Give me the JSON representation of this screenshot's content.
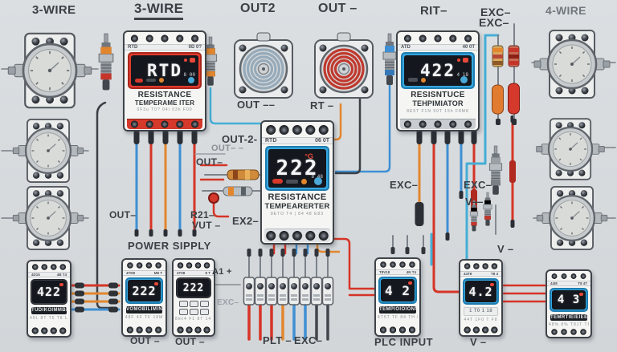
{
  "palette": {
    "accent_red": "#d5392c",
    "accent_blue": "#35a7e0",
    "wire_red": "#d63426",
    "wire_orange": "#e2862e",
    "wire_blue": "#3f8fd2",
    "wire_cyan": "#45aed6",
    "wire_dark": "#3c4046",
    "background": "#d8dcdf",
    "display_bg": "#14171d"
  },
  "labels": [
    {
      "text": "3-WIRE"
    },
    {
      "text": "3-WIRE"
    },
    {
      "text": "OUT2"
    },
    {
      "text": "OUT –"
    },
    {
      "text": "RIT–"
    },
    {
      "text": "EXC–"
    },
    {
      "text": "EXC–"
    },
    {
      "text": "4-WIRE"
    },
    {
      "text": "OUT ––"
    },
    {
      "text": "RT –"
    },
    {
      "text": "OUT-2-"
    },
    {
      "text": "OUT– –"
    },
    {
      "text": "OUT–"
    },
    {
      "text": "OUT–"
    },
    {
      "text": "R21–"
    },
    {
      "text": "VUT –"
    },
    {
      "text": "EX2–"
    },
    {
      "text": "EXC–"
    },
    {
      "text": "EXC–"
    },
    {
      "text": "V—"
    },
    {
      "text": "POWER SIPPLY"
    },
    {
      "text": "A1 +"
    },
    {
      "text": "EXC–"
    },
    {
      "text": "OUT –"
    },
    {
      "text": "OUT –"
    },
    {
      "text": "PLT –"
    },
    {
      "text": "EXC–"
    },
    {
      "text": "PLC INPUT"
    },
    {
      "text": "V –"
    },
    {
      "text": "V –"
    }
  ],
  "devices": {
    "t_red": {
      "header_left": "RTD",
      "header_right": "0D 0?",
      "value": "RTD",
      "sub": "8 00",
      "line1": "RESISTANCE",
      "line2": "TEMPERAME ITER",
      "footer": "0F3u  T0?  04i  03h  F00"
    },
    "t_blue": {
      "header_left": "ATD",
      "header_right": "40 0T",
      "value": "422",
      "sub": "4 18",
      "line1": "RESISNTUCE",
      "line2": "TEHPIMIATOR",
      "footer": "8E5T  F1N  50T  15h  F8M8"
    },
    "t_center": {
      "header_left": "RTD",
      "header_right": "06 0T",
      "value": "222",
      "unit": "°G",
      "sub": "8 48",
      "line1": "RESISTANCE",
      "line2": "TEMPEARERTER",
      "footer": "8ETO  T4 | 84 48  E83"
    },
    "b1": {
      "header_left": "4D15",
      "header_right": "4B T4",
      "value": "422",
      "strip": "TUDIKOIMMBEE",
      "footer": "40L  8T  T5  T8  L25"
    },
    "b2": {
      "header_left": "4TD8",
      "header_right": "M8 T",
      "value": "222",
      "strip": "VOMOBILIMINTE",
      "footer": "48F  4F  TF  18M"
    },
    "b3": {
      "header_left": "4T08",
      "header_right": "8 T",
      "value": "222",
      "footer": "8ml4  F1  8T 14  48"
    },
    "plc": {
      "header_left": "T8V18",
      "header_right": "4N T4",
      "value": "4 2",
      "strip": "TEMPIOIOIONN",
      "footer": "4T5T  TF  84  TH  85M"
    },
    "r2": {
      "header_left": "44T8",
      "header_right": "T8 4",
      "value": "4.2",
      "strip": "1 T0 1  18",
      "footer": "44T  1F0 T  F8"
    },
    "r3": {
      "header_left": "44I8",
      "header_right": "T8 4T",
      "value": "4 3",
      "strip": "TEMRTIEIEIEE",
      "footer": "48%  8% T8JT  T8S  245T"
    }
  }
}
